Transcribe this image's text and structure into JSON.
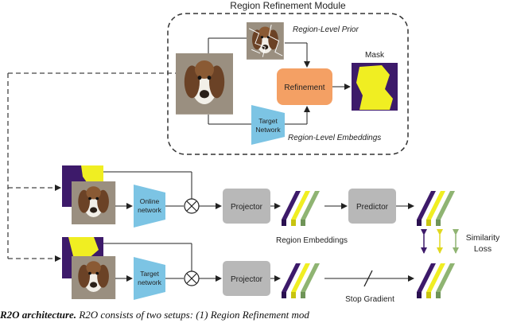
{
  "module": {
    "title": "Region Refinement Module",
    "prior_label": "Region-Level Prior",
    "mask_label": "Mask",
    "refinement_label": "Refinement",
    "target_net_line1": "Target",
    "target_net_line2": "Network",
    "embeddings_label": "Region-Level Embeddings"
  },
  "pipeline": {
    "online_line1": "Online",
    "online_line2": "network",
    "target_line1": "Target",
    "target_line2": "network",
    "projector_top": "Projector",
    "projector_bottom": "Projector",
    "predictor": "Predictor",
    "region_embeddings": "Region Embeddings",
    "stop_gradient": "Stop Gradient",
    "similarity_line1": "Similarity",
    "similarity_line2": "Loss"
  },
  "caption": {
    "bold": "R2O architecture.",
    "rest": " R2O consists of two setups: (1) Region Refinement mod"
  },
  "colors": {
    "refine_orange": "#f4a064",
    "net_blue": "#7cc4e4",
    "gray_box": "#b8b8b8",
    "purple": "#3d1a6a",
    "yellow": "#f0ee22",
    "green": "#8fb472"
  }
}
